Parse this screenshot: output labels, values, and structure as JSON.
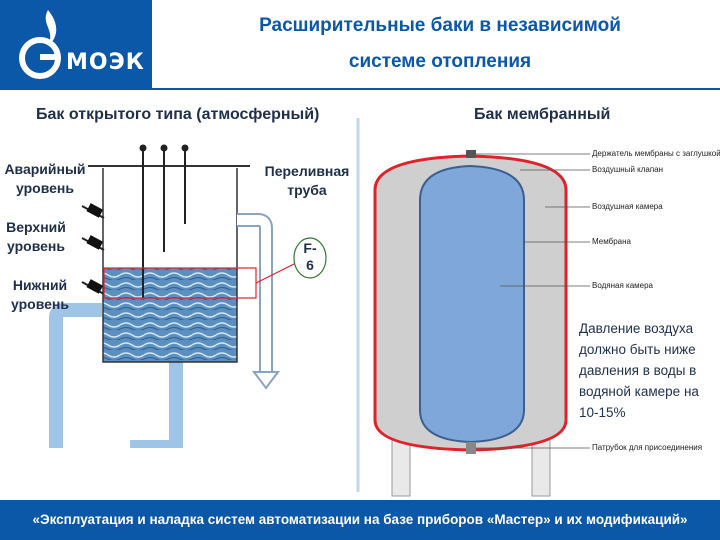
{
  "header": {
    "logo": "МОЭК",
    "title_line1": "Расширительные баки в независимой",
    "title_line2": "системе отопления"
  },
  "open_tank": {
    "title": "Бак открытого типа (атмосферный)",
    "label_emergency": [
      "Аварийный",
      "уровень"
    ],
    "label_upper": [
      "Верхний",
      "уровень"
    ],
    "label_lower": [
      "Нижний",
      "уровень"
    ],
    "label_overflow": [
      "Переливная",
      "труба"
    ],
    "badge": [
      "F-",
      "6"
    ]
  },
  "membrane_tank": {
    "title": "Бак мембранный",
    "annotations": [
      "Держатель мембраны с заглушкой",
      "Воздушный клапан",
      "Воздушная камера",
      "Мембрана",
      "Водяная камера",
      "Патрубок для присоединения"
    ],
    "note": "Давление воздуха должно быть ниже давления в воды в водяной камере на 10-15%"
  },
  "footer": {
    "text": "«Эксплуатация и наладка систем автоматизации на базе приборов «Мастер» и их модификаций»"
  },
  "colors": {
    "brand": "#0b57a8",
    "water": "#6a9fc9",
    "membrane": "#7fa7d9",
    "tank_red": "#e0222a"
  }
}
